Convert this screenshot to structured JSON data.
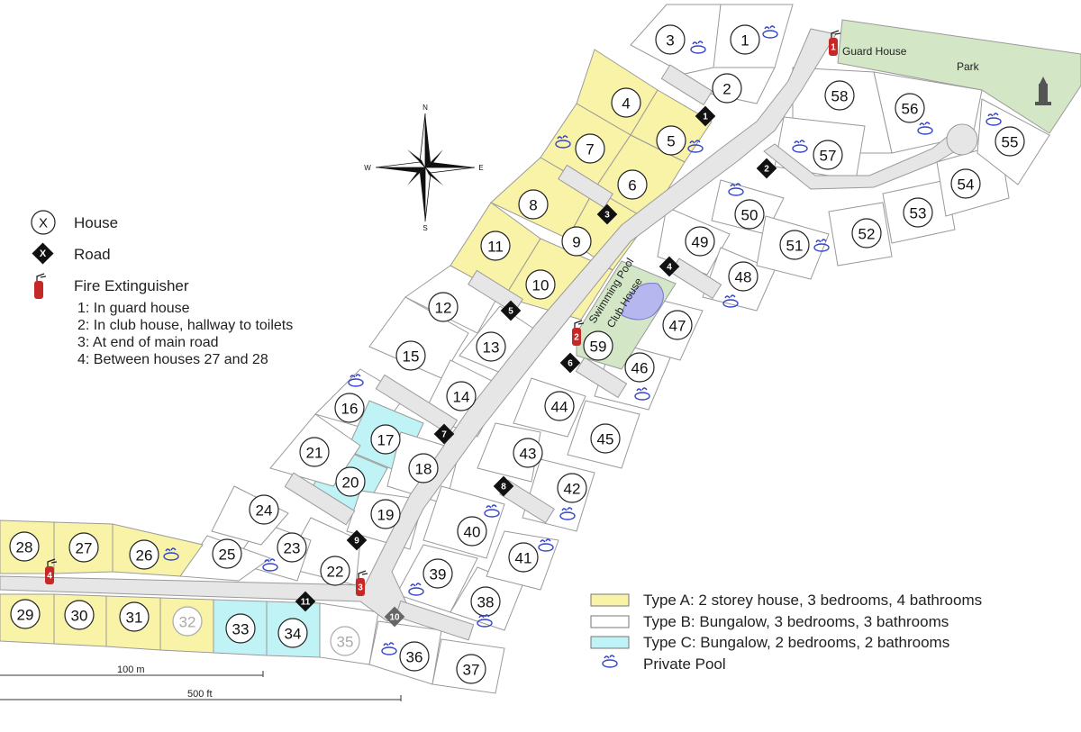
{
  "compass": {
    "north": "N",
    "south": "S",
    "east": "E",
    "west": "W"
  },
  "labels": {
    "guard_house": "Guard House",
    "park": "Park",
    "swimming_pool": "Swimming Pool",
    "club_house": "Club House"
  },
  "legend_symbols": {
    "house_symbol": "X",
    "house_label": "House",
    "road_symbol": "X",
    "road_label": "Road",
    "fire_label": "Fire Extinguisher",
    "fire_notes": [
      "1: In guard house",
      "2: In club house, hallway to toilets",
      "3: At end of main road",
      "4: Between houses 27 and 28"
    ]
  },
  "legend_types": {
    "type_a": "Type A: 2 storey house, 3 bedrooms, 4 bathrooms",
    "type_b": "Type B: Bungalow, 3 bedrooms, 3 bathrooms",
    "type_c": "Type C: Bungalow, 2 bedrooms, 2 bathrooms",
    "private_pool": "Private Pool"
  },
  "scale": {
    "metric": "100 m",
    "imperial": "500 ft"
  },
  "colors": {
    "type_a": "#f8f3a6",
    "type_b": "#ffffff",
    "type_c": "#bff3f5",
    "park": "#d3e6c6",
    "road": "#e6e6e6",
    "pool": "#3344cc",
    "extinguisher": "#c62828"
  },
  "houses": [
    {
      "n": "1",
      "type": "B"
    },
    {
      "n": "2",
      "type": "B"
    },
    {
      "n": "3",
      "type": "B"
    },
    {
      "n": "4",
      "type": "A"
    },
    {
      "n": "5",
      "type": "A"
    },
    {
      "n": "6",
      "type": "A"
    },
    {
      "n": "7",
      "type": "A"
    },
    {
      "n": "8",
      "type": "A"
    },
    {
      "n": "9",
      "type": "A"
    },
    {
      "n": "10",
      "type": "A"
    },
    {
      "n": "11",
      "type": "A"
    },
    {
      "n": "12",
      "type": "B"
    },
    {
      "n": "13",
      "type": "B"
    },
    {
      "n": "14",
      "type": "B"
    },
    {
      "n": "15",
      "type": "B"
    },
    {
      "n": "16",
      "type": "B"
    },
    {
      "n": "17",
      "type": "C"
    },
    {
      "n": "18",
      "type": "B"
    },
    {
      "n": "19",
      "type": "B"
    },
    {
      "n": "20",
      "type": "C"
    },
    {
      "n": "21",
      "type": "B"
    },
    {
      "n": "22",
      "type": "B"
    },
    {
      "n": "23",
      "type": "B"
    },
    {
      "n": "24",
      "type": "B"
    },
    {
      "n": "25",
      "type": "B"
    },
    {
      "n": "26",
      "type": "A"
    },
    {
      "n": "27",
      "type": "A"
    },
    {
      "n": "28",
      "type": "A"
    },
    {
      "n": "29",
      "type": "A"
    },
    {
      "n": "30",
      "type": "A"
    },
    {
      "n": "31",
      "type": "A"
    },
    {
      "n": "32",
      "type": "A"
    },
    {
      "n": "33",
      "type": "C"
    },
    {
      "n": "34",
      "type": "C"
    },
    {
      "n": "35",
      "type": "B"
    },
    {
      "n": "36",
      "type": "B"
    },
    {
      "n": "37",
      "type": "B"
    },
    {
      "n": "38",
      "type": "B"
    },
    {
      "n": "39",
      "type": "B"
    },
    {
      "n": "40",
      "type": "B"
    },
    {
      "n": "41",
      "type": "B"
    },
    {
      "n": "42",
      "type": "B"
    },
    {
      "n": "43",
      "type": "B"
    },
    {
      "n": "44",
      "type": "B"
    },
    {
      "n": "45",
      "type": "B"
    },
    {
      "n": "46",
      "type": "B"
    },
    {
      "n": "47",
      "type": "B"
    },
    {
      "n": "48",
      "type": "B"
    },
    {
      "n": "49",
      "type": "B"
    },
    {
      "n": "50",
      "type": "B"
    },
    {
      "n": "51",
      "type": "B"
    },
    {
      "n": "52",
      "type": "B"
    },
    {
      "n": "53",
      "type": "B"
    },
    {
      "n": "54",
      "type": "B"
    },
    {
      "n": "55",
      "type": "B"
    },
    {
      "n": "56",
      "type": "B"
    },
    {
      "n": "57",
      "type": "B"
    },
    {
      "n": "58",
      "type": "B"
    },
    {
      "n": "59",
      "type": "Club"
    }
  ],
  "roads": [
    "1",
    "2",
    "3",
    "4",
    "5",
    "6",
    "7",
    "8",
    "9",
    "10",
    "11"
  ],
  "extinguishers": [
    "1",
    "2",
    "3",
    "4"
  ]
}
